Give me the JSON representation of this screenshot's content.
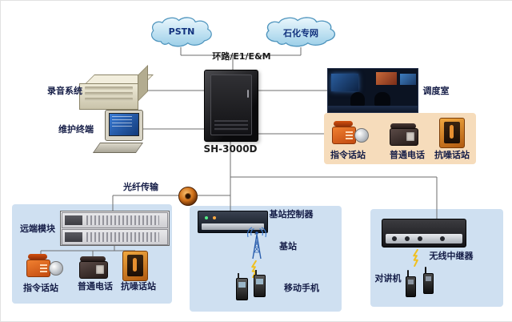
{
  "colors": {
    "cloud_fill": "#bfe2f2",
    "cloud_stroke": "#4e94bd",
    "box_blue": "#cfe0f1",
    "box_peach": "#f6dcbb",
    "wire": "#6e6e6e",
    "label_navy": "#141c46",
    "bolt_yellow": "#f0c020"
  },
  "top": {
    "cloud_pstn": "PSTN",
    "cloud_private": "石化专网",
    "trunk_label": "环路/E1/E&M"
  },
  "center": {
    "switch_label": "SH-3000D"
  },
  "left": {
    "recording_label": "录音系统",
    "terminal_label": "维护终端"
  },
  "right": {
    "dispatch_label": "调度室",
    "phones": {
      "command": "指令话站",
      "ordinary": "普通电话",
      "noise": "抗噪话站"
    }
  },
  "fiber": {
    "label": "光纤传输"
  },
  "remote": {
    "title": "远端模块",
    "phones": {
      "command": "指令话站",
      "ordinary": "普通电话",
      "noise": "抗噪话站"
    }
  },
  "base": {
    "controller": "基站控制器",
    "station": "基站",
    "mobile": "移动手机"
  },
  "wireless": {
    "repeater": "无线中继器",
    "handset": "对讲机"
  }
}
